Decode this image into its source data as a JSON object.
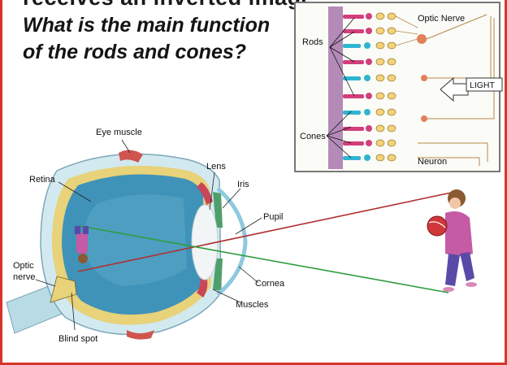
{
  "heading": {
    "caption_fragment": "receives an inverted image.",
    "question": "What is the main function of the rods and cones?"
  },
  "inset": {
    "labels": {
      "optic_nerve": "Optic Nerve",
      "rods": "Rods",
      "cones": "Cones",
      "light": "LIGHT",
      "neuron": "Neuron"
    }
  },
  "eye": {
    "labels": {
      "eye_muscle": "Eye muscle",
      "lens": "Lens",
      "iris": "Iris",
      "retina": "Retina",
      "pupil": "Pupil",
      "optic_nerve_line1": "Optic",
      "optic_nerve_line2": "nerve",
      "cornea": "Cornea",
      "muscles": "Muscles",
      "blind_spot": "Blind spot"
    }
  },
  "colors": {
    "accent_red": "#d8352a",
    "ray_red": "#b03030",
    "ray_green": "#2e9e3c",
    "eye_fill": "#3f93b8",
    "retina": "#e8d27a",
    "rod_blue": "#2fb5cf",
    "cone_pink": "#d23f7a"
  }
}
